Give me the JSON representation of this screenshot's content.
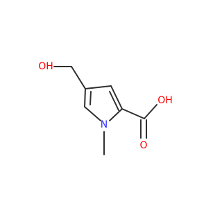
{
  "molecule": {
    "atoms": {
      "o_hydroxyl": "OH",
      "o_acid_hydroxyl": "OH",
      "o_carbonyl": "O",
      "n_ring": "N"
    },
    "colors": {
      "oxygen": "#ff0000",
      "nitrogen": "#3333ff",
      "bond": "#2f2f2f",
      "background": "#ffffff"
    }
  }
}
